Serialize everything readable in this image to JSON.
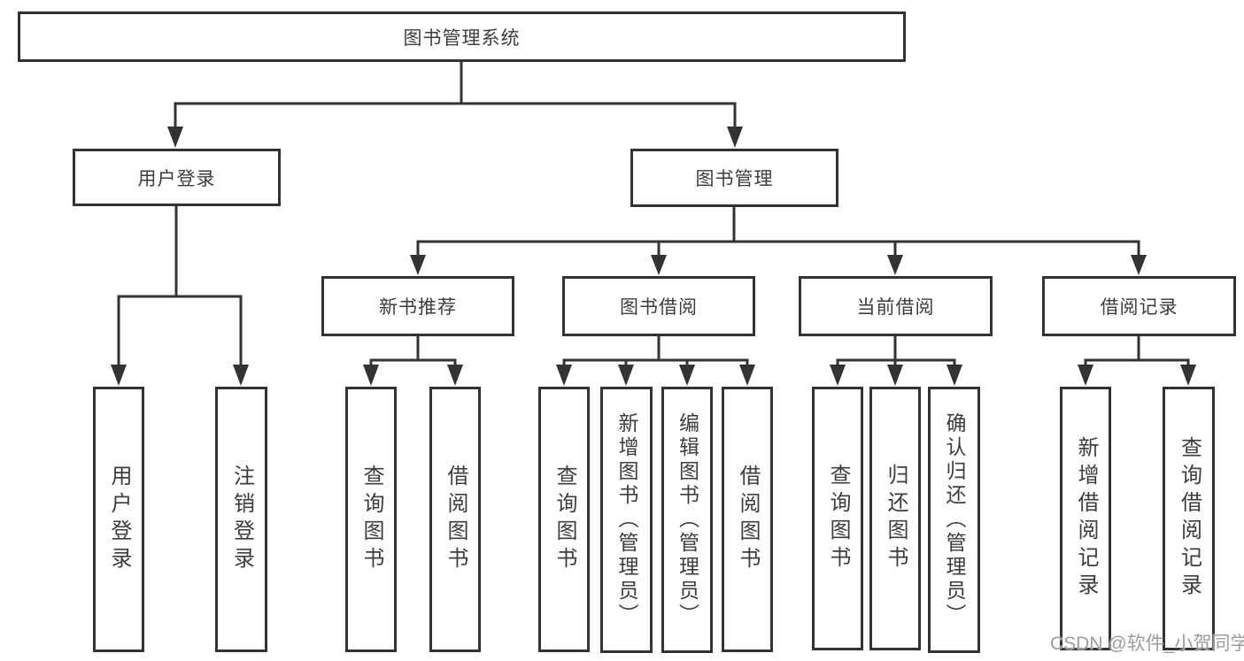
{
  "diagram": {
    "root": {
      "label": "图书管理系统"
    },
    "level2": [
      {
        "label": "用户登录"
      },
      {
        "label": "图书管理"
      }
    ],
    "level3": [
      {
        "label": "新书推荐"
      },
      {
        "label": "图书借阅"
      },
      {
        "label": "当前借阅"
      },
      {
        "label": "借阅记录"
      }
    ],
    "leaves": {
      "user_login": [
        {
          "label": "用户登录"
        },
        {
          "label": "注销登录"
        }
      ],
      "new_book": [
        {
          "label": "查询图书"
        },
        {
          "label": "借阅图书"
        }
      ],
      "book_borrow": [
        {
          "label": "查询图书"
        },
        {
          "label": "新增图书（管理员）"
        },
        {
          "label": "编辑图书（管理员）"
        },
        {
          "label": "借阅图书"
        }
      ],
      "current_borrow": [
        {
          "label": "查询图书"
        },
        {
          "label": "归还图书"
        },
        {
          "label": "确认归还（管理员）"
        }
      ],
      "borrow_records": [
        {
          "label": "新增借阅记录"
        },
        {
          "label": "查询借阅记录"
        }
      ]
    },
    "watermark": "CSDN @软件_小贺同学",
    "colors": {
      "line": "#333333",
      "border": "#333333",
      "text": "#3d3d3d",
      "background": "#ffffff",
      "watermark": "#9c9c9c"
    }
  }
}
